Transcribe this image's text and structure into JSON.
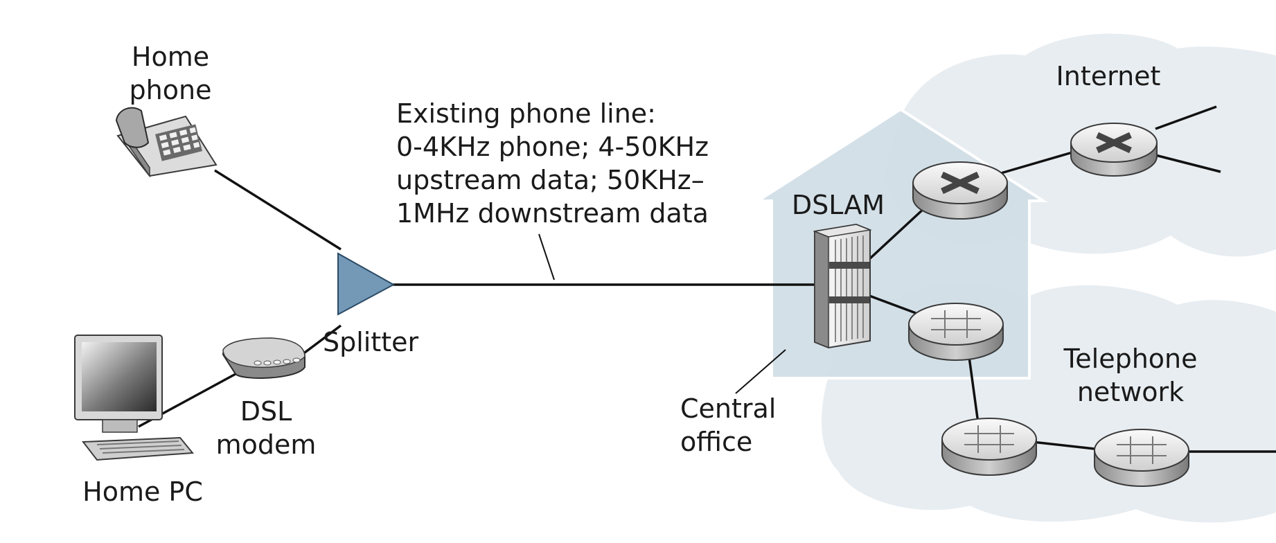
{
  "labels": {
    "home_phone": [
      "Home",
      "phone"
    ],
    "phone_line": [
      "Existing phone line:",
      "0-4KHz phone; 4-50KHz",
      "upstream data; 50KHz–",
      "1MHz downstream data"
    ],
    "internet": "Internet",
    "dslam": "DSLAM",
    "splitter": "Splitter",
    "dsl_modem": [
      "DSL",
      "modem"
    ],
    "home_pc": "Home PC",
    "central_office": [
      "Central",
      "office"
    ],
    "telephone_network": [
      "Telephone",
      "network"
    ]
  },
  "colors": {
    "cloud": "#e8edf1",
    "central_office": "#cfdde6",
    "splitter": "#7399b7",
    "line": "#111111",
    "device_light": "#f0f0f0",
    "device_dark": "#6a6a6a"
  },
  "icons": {
    "home_phone": "telephone-icon",
    "home_pc": "computer-icon",
    "dsl_modem": "modem-icon",
    "splitter": "splitter-icon",
    "dslam": "dslam-rack-icon",
    "internet_routers": "router-icon",
    "telephone_switches": "switch-icon"
  }
}
